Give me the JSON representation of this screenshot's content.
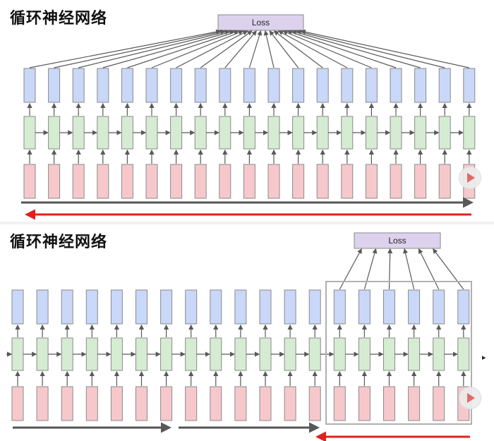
{
  "slides": [
    {
      "title": "循环神经网络",
      "loss_label": "Loss",
      "cells": 19
    },
    {
      "title": "循环神经网络",
      "loss_label": "Loss",
      "cells": 19
    }
  ],
  "colors": {
    "output": "#c9d7f8",
    "hidden": "#d5ecd2",
    "input": "#f6c8cc",
    "loss": "#ddd2ee",
    "arrow": "#595959",
    "backprop": "#e02020"
  },
  "icons": [
    "play-icon",
    "play-icon",
    "cursor-icon"
  ]
}
